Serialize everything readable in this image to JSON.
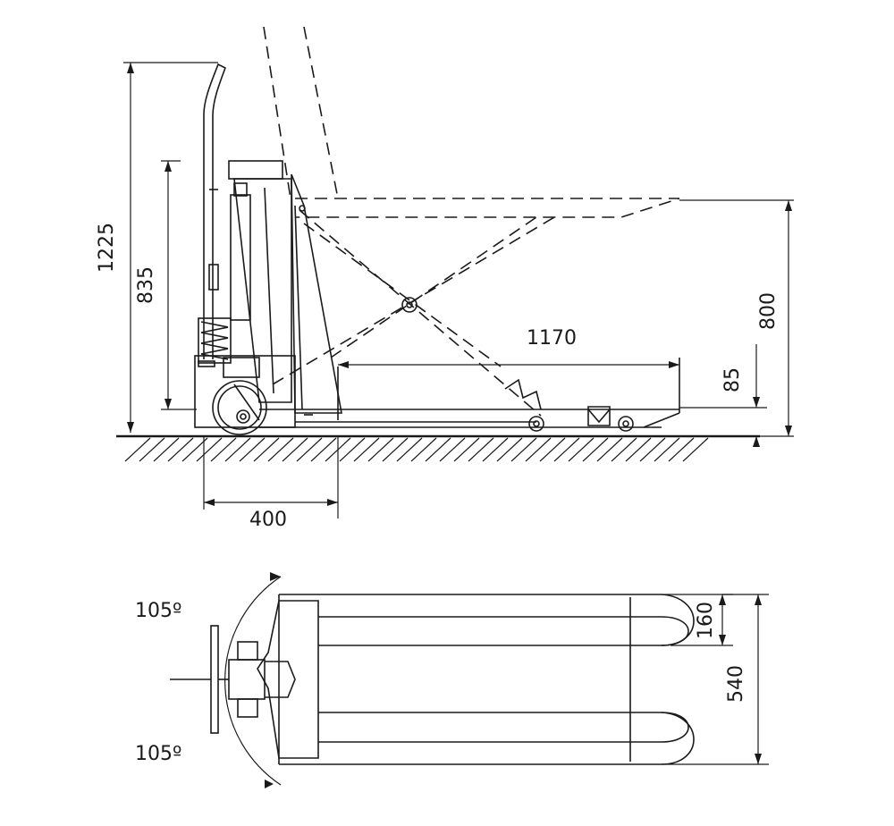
{
  "dimensions": {
    "overall_height": "1225",
    "handle_height": "835",
    "wheel_to_fork": "400",
    "fork_length": "1170",
    "lift_height": "800",
    "lowered_height": "85",
    "fork_width": "160",
    "overall_width": "540",
    "steer_angle_top": "105º",
    "steer_angle_bottom": "105º"
  },
  "colors": {
    "line": "#1a1a1a",
    "background": "#ffffff"
  }
}
